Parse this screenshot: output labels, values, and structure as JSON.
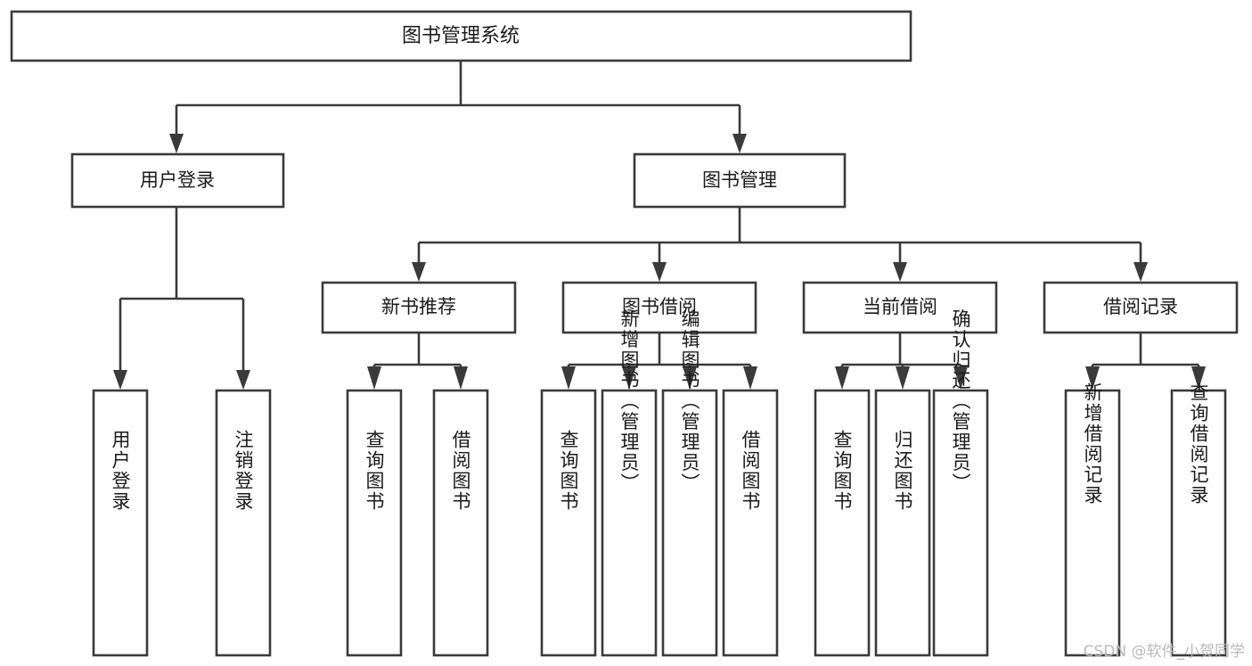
{
  "diagram": {
    "type": "tree-hierarchy",
    "orientation": "top-down",
    "title_node": {
      "id": "root",
      "label": "图书管理系统"
    },
    "level2": [
      {
        "id": "user-login",
        "label": "用户登录"
      },
      {
        "id": "book-management",
        "label": "图书管理"
      }
    ],
    "level3": [
      {
        "id": "new-book-recommend",
        "label": "新书推荐"
      },
      {
        "id": "book-borrow",
        "label": "图书借阅"
      },
      {
        "id": "current-borrow",
        "label": "当前借阅"
      },
      {
        "id": "borrow-record",
        "label": "借阅记录"
      }
    ],
    "leaves": {
      "user_login": [
        {
          "id": "leaf-user-login",
          "label": "用户登录"
        },
        {
          "id": "leaf-logout-login",
          "label": "注销登录"
        }
      ],
      "new_book_recommend": [
        {
          "id": "leaf-query-book-1",
          "label": "查询图书"
        },
        {
          "id": "leaf-borrow-book-1",
          "label": "借阅图书"
        }
      ],
      "book_borrow": [
        {
          "id": "leaf-query-book-2",
          "label": "查询图书"
        },
        {
          "id": "leaf-add-book",
          "label": "新增图书（管理员）"
        },
        {
          "id": "leaf-edit-book",
          "label": "编辑图书（管理员）"
        },
        {
          "id": "leaf-borrow-book-2",
          "label": "借阅图书"
        }
      ],
      "current_borrow": [
        {
          "id": "leaf-query-book-3",
          "label": "查询图书"
        },
        {
          "id": "leaf-return-book",
          "label": "归还图书"
        },
        {
          "id": "leaf-confirm-return",
          "label": "确认归还（管理员）"
        }
      ],
      "borrow_record": [
        {
          "id": "leaf-add-record",
          "label": "新增借阅记录"
        },
        {
          "id": "leaf-query-record",
          "label": "查询借阅记录"
        }
      ]
    },
    "colors": {
      "box_stroke": "#3a3a3a",
      "box_fill": "#ffffff",
      "text": "#1a1a1a",
      "background": "#ffffff",
      "watermark": "#b9b9b9"
    }
  },
  "watermark": {
    "text": "CSDN @软件_小贺同学"
  }
}
